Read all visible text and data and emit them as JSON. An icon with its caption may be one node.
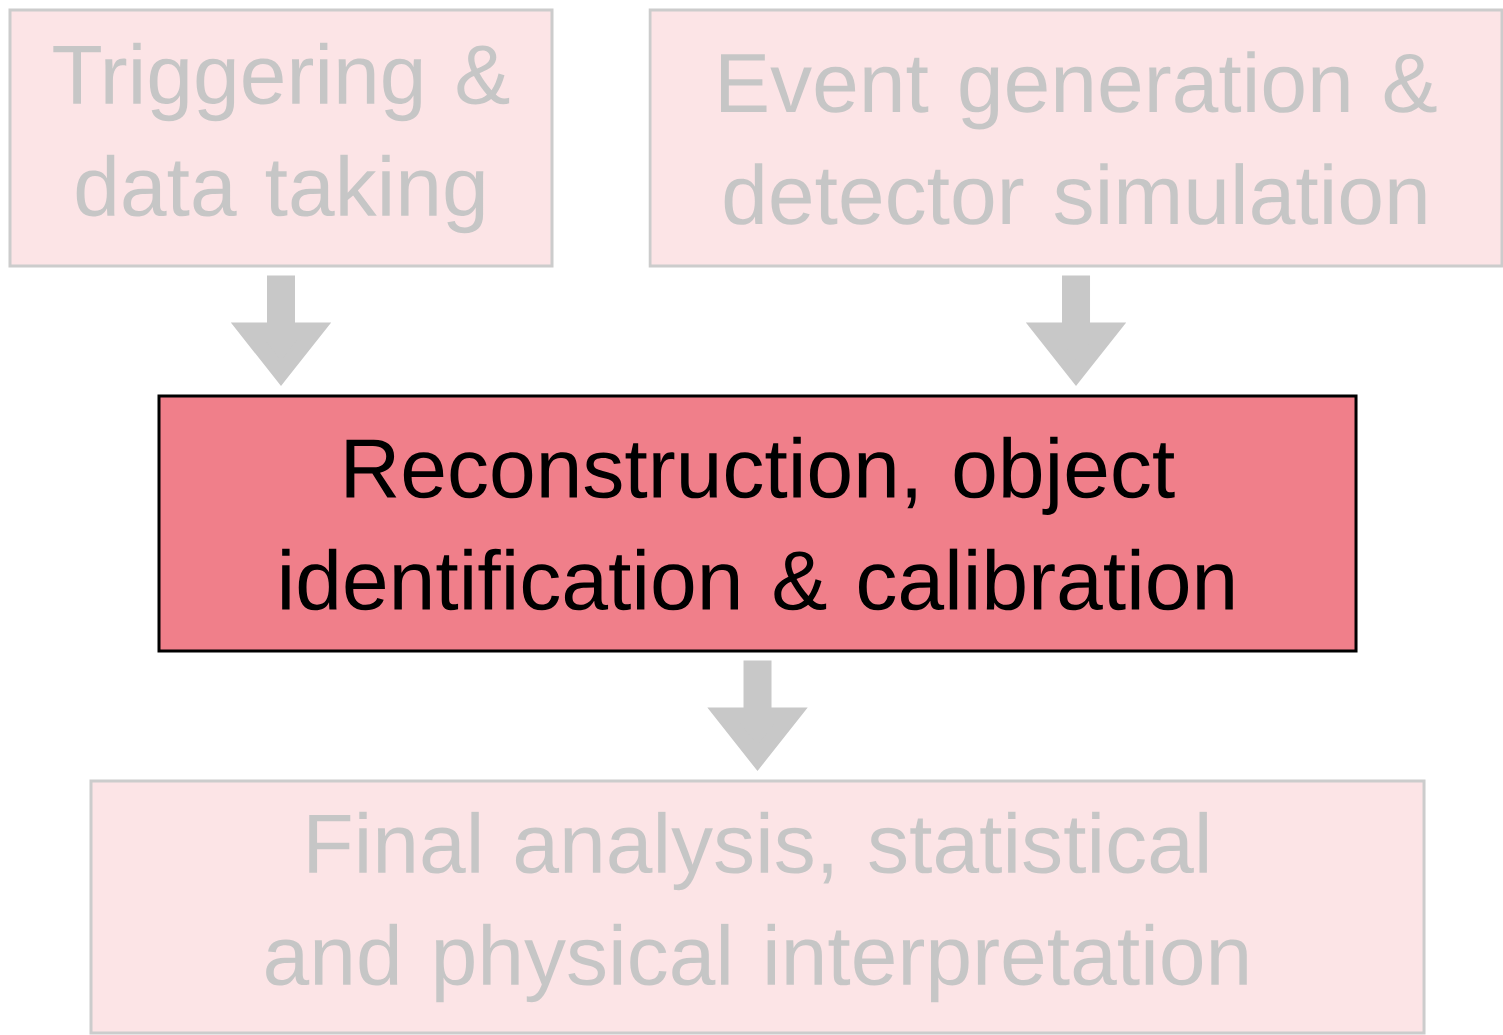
{
  "diagram": {
    "nodes": [
      {
        "text": [
          "Triggering & data taking"
        ]
      },
      {
        "text": [
          "Event generation & detector simulation"
        ]
      },
      {
        "text": [
          "Reconstruction, object identification & calibration"
        ]
      },
      {
        "text": [
          "Final analysis, statistical and physical interpretation"
        ]
      }
    ],
    "edges": [
      {
        "from": 0,
        "to": 2,
        "arrow": "to"
      },
      {
        "from": 1,
        "to": 2,
        "arrow": "to"
      },
      {
        "from": 2,
        "to": 3,
        "arrow": "to"
      }
    ]
  }
}
